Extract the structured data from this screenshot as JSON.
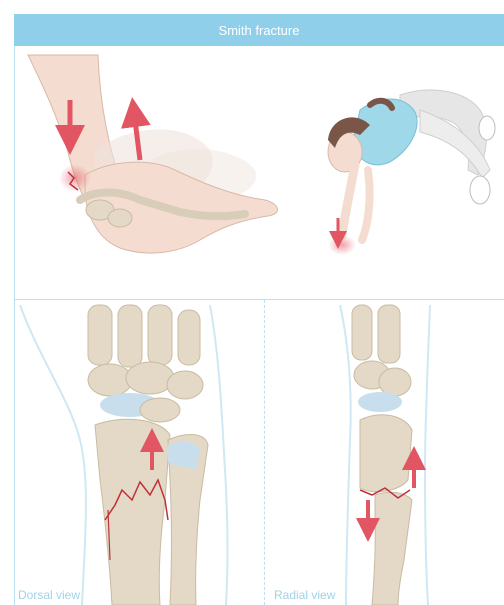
{
  "title": "Smith fracture",
  "views": {
    "dorsal_label": "Dorsal view",
    "radial_label": "Radial view"
  },
  "colors": {
    "header_bg": "#8fcfea",
    "accent_arrow": "#e25563",
    "fracture_line": "#c0303a",
    "bone": "#e3d9c6",
    "cartilage": "#c9deec",
    "skin": "#f4ddd0",
    "divider": "#b9e1f1"
  },
  "icons": [
    "impact-arrow-down-icon",
    "displacement-arrow-up-icon",
    "fracture-mark-icon"
  ]
}
